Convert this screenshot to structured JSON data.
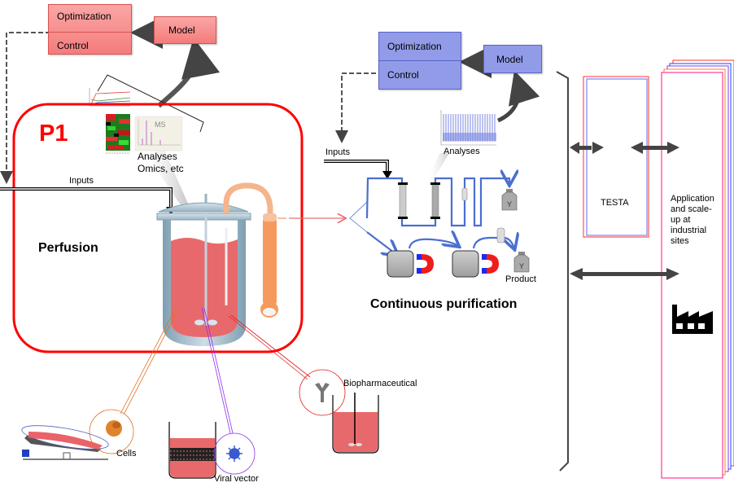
{
  "perfusion_module": {
    "label_id": "P1",
    "title": "Perfusion",
    "control_block": {
      "optimization": "Optimization",
      "control": "Control"
    },
    "model_label": "Model",
    "analyses_label_line1": "Analyses",
    "analyses_label_line2": "Omics, etc",
    "ms_label": "MS",
    "inputs_label": "Inputs",
    "colors": {
      "frame": "#ff0000",
      "box_fill": "#f58a8a",
      "medium": "#e8696b"
    }
  },
  "purification_module": {
    "title": "Continuous purification",
    "control_block": {
      "optimization": "Optimization",
      "control": "Control"
    },
    "model_label": "Model",
    "analyses_label": "Analyses",
    "inputs_label": "Inputs",
    "product_label": "Product",
    "colors": {
      "box_fill": "#929be8",
      "tubing": "#4a6fd0"
    }
  },
  "products": {
    "cells_label": "Cells",
    "viral_vector_label": "Viral vector",
    "biopharmaceutical_label": "Biopharmaceutical"
  },
  "right_panel": {
    "testa_label": "TESTA",
    "application_label_lines": [
      "Application",
      "and scale-",
      "up at",
      "industrial",
      "sites"
    ]
  }
}
